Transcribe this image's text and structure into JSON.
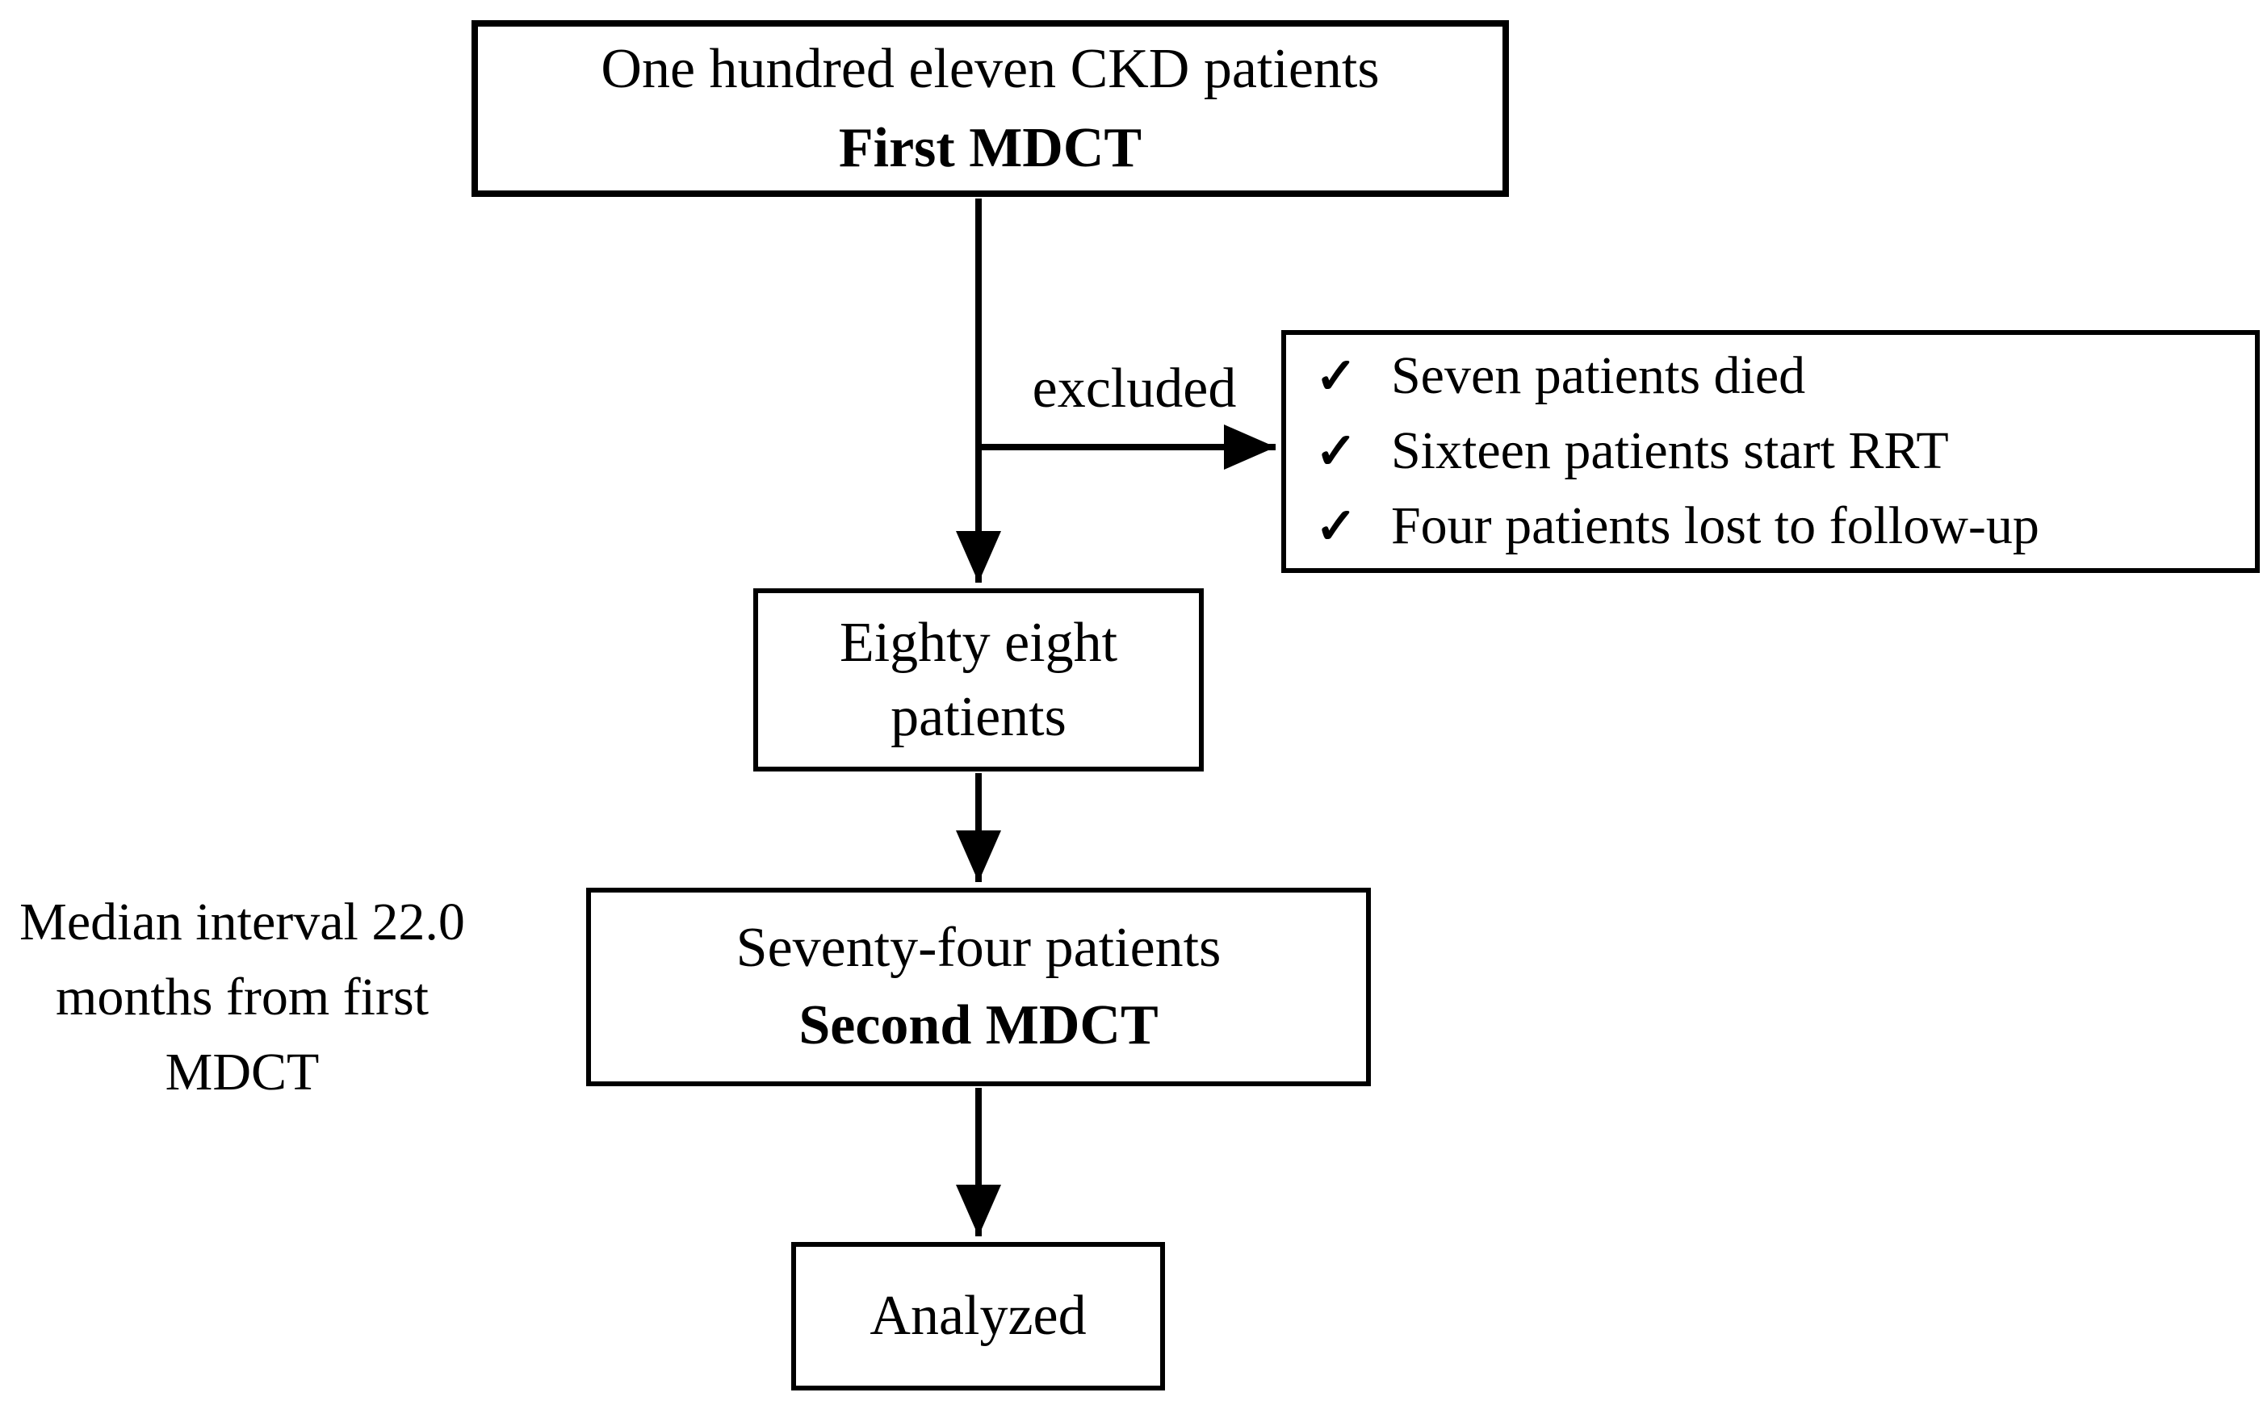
{
  "flow": {
    "first_box": {
      "line1": "One hundred eleven CKD patients",
      "line2": "First MDCT"
    },
    "excluded_label": "excluded",
    "excluded_box": {
      "check": "✓",
      "items": [
        "Seven patients died",
        "Sixteen patients start RRT",
        "Four patients lost to follow-up"
      ]
    },
    "eighty_box": {
      "line1": "Eighty eight",
      "line2": "patients"
    },
    "median_note": {
      "line1": "Median interval",
      "line2": "22.0 months",
      "line3": "from first MDCT"
    },
    "second_box": {
      "line1": "Seventy-four patients",
      "line2": "Second MDCT"
    },
    "analyzed_box": {
      "label": "Analyzed"
    },
    "colors": {
      "line": "#000000",
      "background": "#ffffff"
    }
  }
}
